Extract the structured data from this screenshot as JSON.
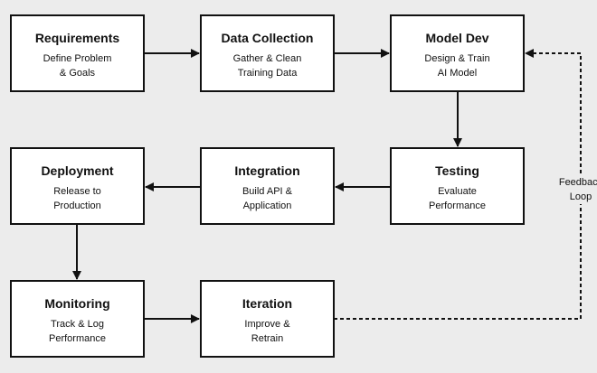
{
  "nodes": [
    {
      "id": "requirements",
      "title": "Requirements",
      "lines": [
        "Define Problem",
        "& Goals"
      ]
    },
    {
      "id": "data-collection",
      "title": "Data Collection",
      "lines": [
        "Gather & Clean",
        "Training Data"
      ]
    },
    {
      "id": "model-dev",
      "title": "Model Dev",
      "lines": [
        "Design & Train",
        "AI Model"
      ]
    },
    {
      "id": "deployment",
      "title": "Deployment",
      "lines": [
        "Release to",
        "Production"
      ]
    },
    {
      "id": "integration",
      "title": "Integration",
      "lines": [
        "Build API &",
        "Application"
      ]
    },
    {
      "id": "testing",
      "title": "Testing",
      "lines": [
        "Evaluate",
        "Performance"
      ]
    },
    {
      "id": "monitoring",
      "title": "Monitoring",
      "lines": [
        "Track & Log",
        "Performance"
      ]
    },
    {
      "id": "iteration",
      "title": "Iteration",
      "lines": [
        "Improve &",
        "Retrain"
      ]
    }
  ],
  "edges": [
    {
      "from": "requirements",
      "to": "data-collection",
      "style": "solid"
    },
    {
      "from": "data-collection",
      "to": "model-dev",
      "style": "solid"
    },
    {
      "from": "model-dev",
      "to": "testing",
      "style": "solid"
    },
    {
      "from": "testing",
      "to": "integration",
      "style": "solid"
    },
    {
      "from": "integration",
      "to": "deployment",
      "style": "solid"
    },
    {
      "from": "deployment",
      "to": "monitoring",
      "style": "solid"
    },
    {
      "from": "monitoring",
      "to": "iteration",
      "style": "solid"
    },
    {
      "from": "iteration",
      "to": "model-dev",
      "style": "dashed",
      "label_lines": [
        "Feedback",
        "Loop"
      ]
    }
  ],
  "colors": {
    "background": "#ececec",
    "node_fill": "#ffffff",
    "stroke": "#111111"
  }
}
